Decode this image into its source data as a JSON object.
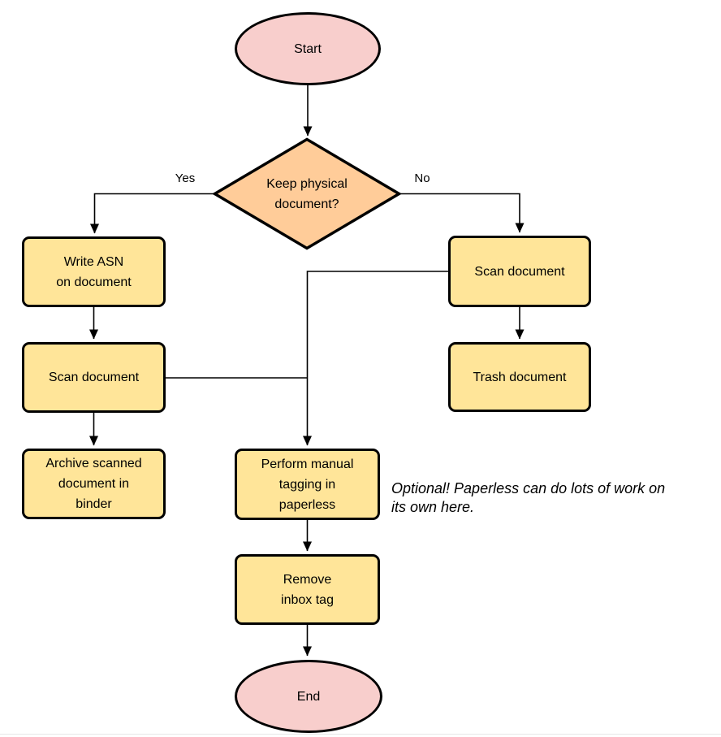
{
  "nodes": {
    "start": "Start",
    "decision": "Keep physical\ndocument?",
    "write_asn": "Write ASN\non document",
    "scan_left": "Scan document",
    "archive": "Archive scanned\ndocument in\nbinder",
    "scan_right": "Scan document",
    "trash": "Trash document",
    "perform_tagging": "Perform manual\ntagging in\npaperless",
    "remove_inbox": "Remove\ninbox tag",
    "end": "End"
  },
  "edge_labels": {
    "yes": "Yes",
    "no": "No"
  },
  "annotation": "Optional! Paperless can do lots of work on\nits own here.",
  "colors": {
    "terminal_fill": "#f8cecc",
    "decision_fill": "#ffcc99",
    "process_fill": "#ffe599",
    "stroke": "#000000",
    "background": "#ffffff"
  }
}
